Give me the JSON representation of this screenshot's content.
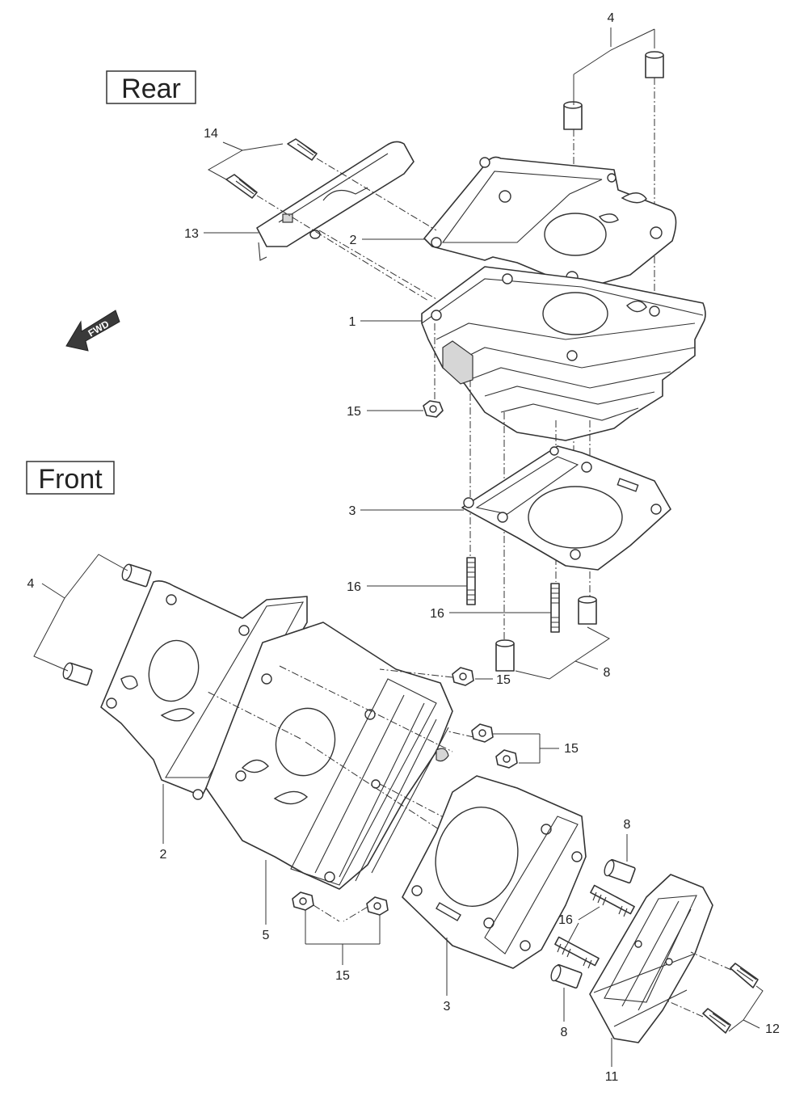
{
  "sections": {
    "rear": "Rear",
    "front": "Front"
  },
  "direction_indicator": "FWD",
  "callouts": {
    "rear": {
      "c1": "1",
      "c2": "2",
      "c3": "3",
      "c4": "4",
      "c8": "8",
      "c13": "13",
      "c14": "14",
      "c15": "15",
      "c16a": "16",
      "c16b": "16"
    },
    "front": {
      "c2": "2",
      "c3": "3",
      "c4": "4",
      "c5": "5",
      "c8a": "8",
      "c8b": "8",
      "c11": "11",
      "c12": "12",
      "c15a": "15",
      "c15b": "15",
      "c15c": "15",
      "c16": "16"
    }
  }
}
